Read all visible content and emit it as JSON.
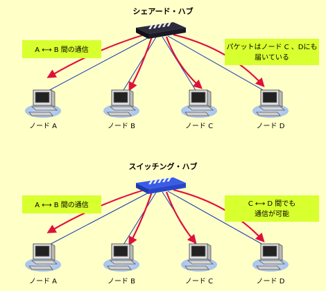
{
  "shared_section": {
    "title": "シェアード・ハブ",
    "left_callout": "A ⟷ B 間の通信",
    "right_callout_line1": "パケットはノード C 、Dにも",
    "right_callout_line2": "届いている",
    "nodes": [
      "ノード A",
      "ノード B",
      "ノード C",
      "ノード D"
    ]
  },
  "switch_section": {
    "title": "スイッチング・ハブ",
    "left_callout": "A ⟷ B 間の通信",
    "right_callout_line1": "C ⟷ D 間でも",
    "right_callout_line2": "通信が可能",
    "nodes": [
      "ノード A",
      "ノード B",
      "ノード C",
      "ノード D"
    ]
  },
  "colors": {
    "background": "#ffffc8",
    "callout": "#d8ff2e",
    "red_arrow": "#e0103c",
    "blue_line": "#1438b4",
    "shared_hub": "#1a1a2a",
    "switch_hub": "#2b4fd8"
  }
}
